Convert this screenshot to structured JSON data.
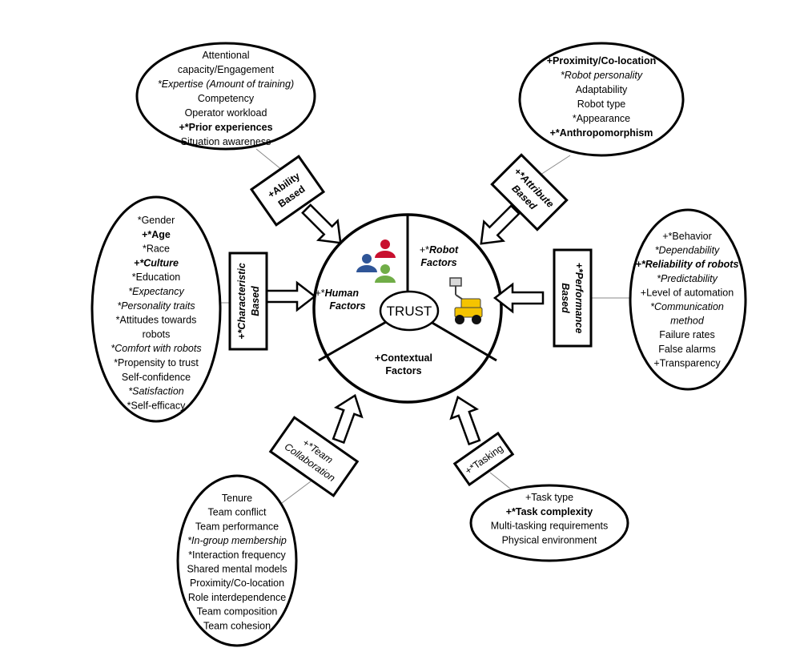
{
  "center": {
    "trust": "TRUST",
    "human_factors": [
      "+*",
      "Human",
      "Factors"
    ],
    "robot_factors": [
      "+*",
      "Robot",
      "Factors"
    ],
    "contextual_factors": [
      "+Contextual",
      "Factors"
    ]
  },
  "labels": {
    "ability": [
      "+Ability",
      "Based"
    ],
    "attribute": [
      "+*Attribute",
      "Based"
    ],
    "characteristic": [
      "+*Characteristic",
      "Based"
    ],
    "performance": [
      "+*Performance",
      "Based"
    ],
    "team": [
      "+*Team",
      "Collaboration"
    ],
    "tasking": "+*Tasking"
  },
  "ability_items": [
    {
      "text": "Attentional",
      "style": ""
    },
    {
      "text": "capacity/Engagement",
      "style": ""
    },
    {
      "text": "*Expertise (Amount of training)",
      "style": "i"
    },
    {
      "text": "Competency",
      "style": ""
    },
    {
      "text": "Operator workload",
      "style": ""
    },
    {
      "text": "+*Prior experiences",
      "style": "b"
    },
    {
      "text": "Situation awareness",
      "style": ""
    }
  ],
  "attribute_items": [
    {
      "text": "+Proximity/Co-location",
      "style": "b"
    },
    {
      "text": "*Robot personality",
      "style": "i"
    },
    {
      "text": "Adaptability",
      "style": ""
    },
    {
      "text": "Robot type",
      "style": ""
    },
    {
      "text": "*Appearance",
      "style": ""
    },
    {
      "text": "+*Anthropomorphism",
      "style": "b"
    }
  ],
  "characteristic_items": [
    {
      "text": "*Gender",
      "style": ""
    },
    {
      "text": "+*Age",
      "style": "b"
    },
    {
      "text": "*Race",
      "style": ""
    },
    {
      "text": "+*Culture",
      "style": "bi"
    },
    {
      "text": "*Education",
      "style": ""
    },
    {
      "text": "*Expectancy",
      "style": "i"
    },
    {
      "text": "*Personality traits",
      "style": "i"
    },
    {
      "text": "*Attitudes towards",
      "style": ""
    },
    {
      "text": "robots",
      "style": ""
    },
    {
      "text": "*Comfort with robots",
      "style": "i"
    },
    {
      "text": "*Propensity to trust",
      "style": ""
    },
    {
      "text": "Self-confidence",
      "style": ""
    },
    {
      "text": "*Satisfaction",
      "style": "i"
    },
    {
      "text": "*Self-efficacy",
      "style": ""
    }
  ],
  "performance_items": [
    {
      "text": "+*Behavior",
      "style": ""
    },
    {
      "text": "*Dependability",
      "style": "i"
    },
    {
      "text": "+*Reliability of robots",
      "style": "bi"
    },
    {
      "text": "*Predictability",
      "style": "i"
    },
    {
      "text": "+Level of automation",
      "style": ""
    },
    {
      "text": "*Communication",
      "style": "i"
    },
    {
      "text": "method",
      "style": "i"
    },
    {
      "text": "Failure rates",
      "style": ""
    },
    {
      "text": "False alarms",
      "style": ""
    },
    {
      "text": "+Transparency",
      "style": ""
    }
  ],
  "team_items": [
    {
      "text": "Tenure",
      "style": ""
    },
    {
      "text": "Team conflict",
      "style": ""
    },
    {
      "text": "Team performance",
      "style": ""
    },
    {
      "text": "*In-group membership",
      "style": "i"
    },
    {
      "text": "*Interaction frequency",
      "style": ""
    },
    {
      "text": "Shared mental models",
      "style": ""
    },
    {
      "text": "Proximity/Co-location",
      "style": ""
    },
    {
      "text": "Role interdependence",
      "style": ""
    },
    {
      "text": "Team composition",
      "style": ""
    },
    {
      "text": "Team cohesion",
      "style": ""
    }
  ],
  "tasking_items": [
    {
      "text": "+Task type",
      "style": ""
    },
    {
      "text": "+*Task complexity",
      "style": "b"
    },
    {
      "text": "Multi-tasking requirements",
      "style": ""
    },
    {
      "text": "Physical environment",
      "style": ""
    }
  ]
}
